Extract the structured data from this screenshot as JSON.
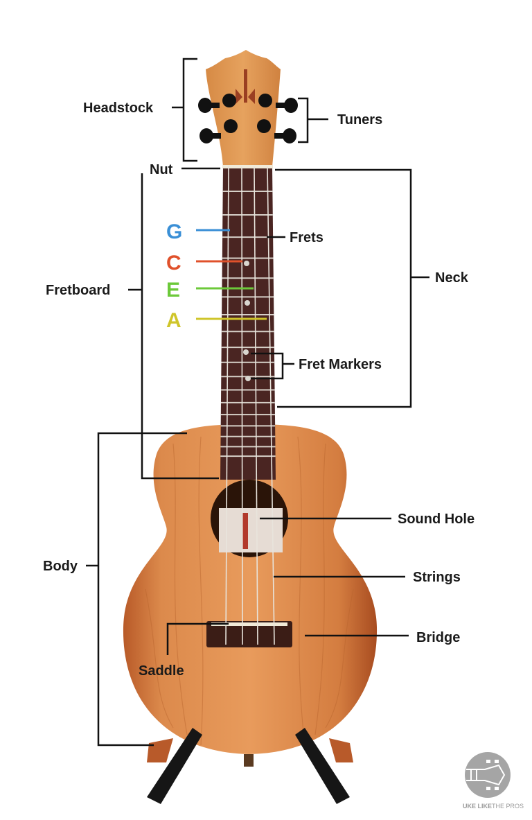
{
  "labels": {
    "headstock": "Headstock",
    "tuners": "Tuners",
    "nut": "Nut",
    "frets": "Frets",
    "neck": "Neck",
    "fretboard": "Fretboard",
    "fret_markers": "Fret Markers",
    "body": "Body",
    "sound_hole": "Sound Hole",
    "strings": "Strings",
    "bridge": "Bridge",
    "saddle": "Saddle"
  },
  "string_notes": [
    {
      "note": "G",
      "color": "#3a8fd6"
    },
    {
      "note": "C",
      "color": "#e0512b"
    },
    {
      "note": "E",
      "color": "#6cc93a"
    },
    {
      "note": "A",
      "color": "#cfc52a"
    }
  ],
  "logo": {
    "bold": "UKE LIKE",
    "light": "THE PROS"
  },
  "colors": {
    "wood": "#d8894a",
    "fretboard": "#4a2522",
    "line": "#111111"
  }
}
